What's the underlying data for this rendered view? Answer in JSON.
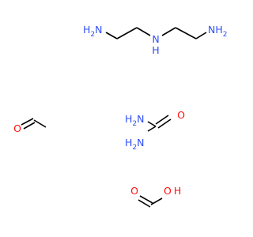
{
  "colors": {
    "background": "#ffffff",
    "bond": "#000000",
    "nitrogen": "#3050F8",
    "oxygen": "#FF0D0D"
  },
  "molecules": [
    {
      "id": "diethylenetriamine",
      "atoms": [
        {
          "id": "dien-n1",
          "label": "H2N"
        },
        {
          "id": "dien-n2",
          "label": "N"
        },
        {
          "id": "dien-n2-h",
          "label": "H"
        },
        {
          "id": "dien-n3",
          "label": "NH2"
        }
      ]
    },
    {
      "id": "formaldehyde",
      "atoms": [
        {
          "id": "form-o",
          "label": "O"
        }
      ]
    },
    {
      "id": "urea",
      "atoms": [
        {
          "id": "urea-o",
          "label": "O"
        },
        {
          "id": "urea-n1",
          "label": "H2N"
        },
        {
          "id": "urea-n2",
          "label": "H2N"
        }
      ]
    },
    {
      "id": "formic-acid",
      "atoms": [
        {
          "id": "formic-o1",
          "label": "O"
        },
        {
          "id": "formic-o2",
          "label": "OH"
        }
      ]
    }
  ],
  "labels": {
    "dien_n1_h": "H",
    "dien_n1_sub": "2",
    "dien_n1_n": "N",
    "dien_n2": "N",
    "dien_n2_h": "H",
    "dien_n3_n": "N",
    "dien_n3_h": "H",
    "dien_n3_sub": "2",
    "form_o": "O",
    "urea_o": "O",
    "urea_n1_h": "H",
    "urea_n1_sub": "2",
    "urea_n1_n": "N",
    "urea_n2_h": "H",
    "urea_n2_sub": "2",
    "urea_n2_n": "N",
    "formic_o1": "O",
    "formic_o2_o": "O",
    "formic_o2_h": "H"
  }
}
